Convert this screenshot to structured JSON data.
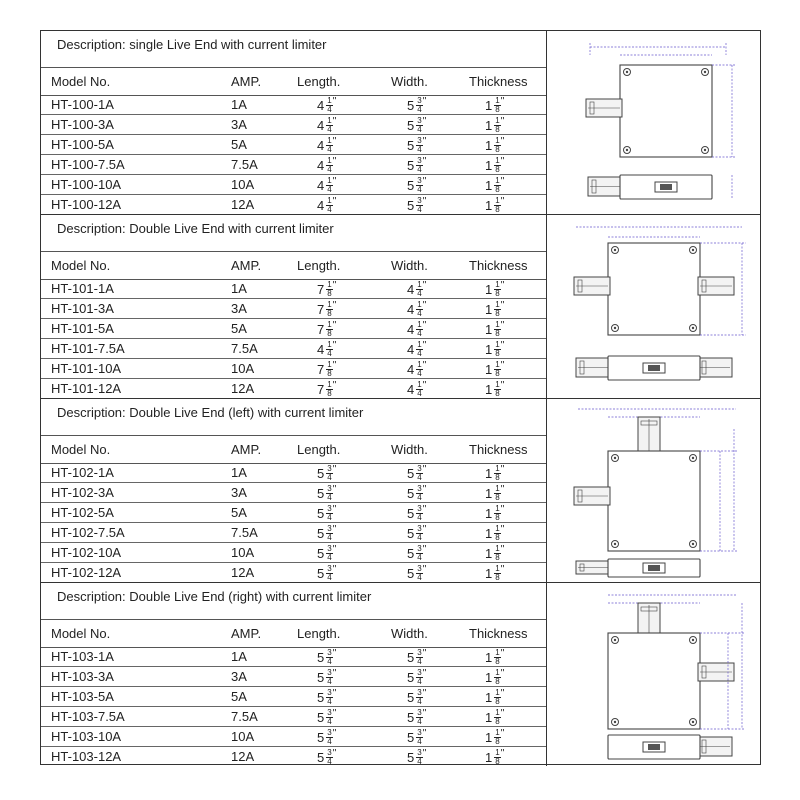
{
  "columns": {
    "model": "Model No.",
    "amp": "AMP.",
    "length": "Length.",
    "width": "Width.",
    "thickness": "Thickness"
  },
  "sections": [
    {
      "description": "Description: single Live End with current limiter",
      "rows": [
        {
          "model": "HT-100-1A",
          "amp": "1A",
          "length": {
            "w": "4",
            "n": "1",
            "d": "4"
          },
          "width": {
            "w": "5",
            "n": "3",
            "d": "4"
          },
          "thickness": {
            "w": "1",
            "n": "1",
            "d": "8"
          }
        },
        {
          "model": "HT-100-3A",
          "amp": "3A",
          "length": {
            "w": "4",
            "n": "1",
            "d": "4"
          },
          "width": {
            "w": "5",
            "n": "3",
            "d": "4"
          },
          "thickness": {
            "w": "1",
            "n": "1",
            "d": "8"
          }
        },
        {
          "model": "HT-100-5A",
          "amp": "5A",
          "length": {
            "w": "4",
            "n": "1",
            "d": "4"
          },
          "width": {
            "w": "5",
            "n": "3",
            "d": "4"
          },
          "thickness": {
            "w": "1",
            "n": "1",
            "d": "8"
          }
        },
        {
          "model": "HT-100-7.5A",
          "amp": "7.5A",
          "length": {
            "w": "4",
            "n": "1",
            "d": "4"
          },
          "width": {
            "w": "5",
            "n": "3",
            "d": "4"
          },
          "thickness": {
            "w": "1",
            "n": "1",
            "d": "8"
          }
        },
        {
          "model": "HT-100-10A",
          "amp": "10A",
          "length": {
            "w": "4",
            "n": "1",
            "d": "4"
          },
          "width": {
            "w": "5",
            "n": "3",
            "d": "4"
          },
          "thickness": {
            "w": "1",
            "n": "1",
            "d": "8"
          }
        },
        {
          "model": "HT-100-12A",
          "amp": "12A",
          "length": {
            "w": "4",
            "n": "1",
            "d": "4"
          },
          "width": {
            "w": "5",
            "n": "3",
            "d": "4"
          },
          "thickness": {
            "w": "1",
            "n": "1",
            "d": "8"
          }
        }
      ]
    },
    {
      "description": "Description: Double Live End with current limiter",
      "rows": [
        {
          "model": "HT-101-1A",
          "amp": "1A",
          "length": {
            "w": "7",
            "n": "1",
            "d": "8"
          },
          "width": {
            "w": "4",
            "n": "1",
            "d": "4"
          },
          "thickness": {
            "w": "1",
            "n": "1",
            "d": "8"
          }
        },
        {
          "model": "HT-101-3A",
          "amp": "3A",
          "length": {
            "w": "7",
            "n": "1",
            "d": "8"
          },
          "width": {
            "w": "4",
            "n": "1",
            "d": "4"
          },
          "thickness": {
            "w": "1",
            "n": "1",
            "d": "8"
          }
        },
        {
          "model": "HT-101-5A",
          "amp": "5A",
          "length": {
            "w": "7",
            "n": "1",
            "d": "8"
          },
          "width": {
            "w": "4",
            "n": "1",
            "d": "4"
          },
          "thickness": {
            "w": "1",
            "n": "1",
            "d": "8"
          }
        },
        {
          "model": "HT-101-7.5A",
          "amp": "7.5A",
          "length": {
            "w": "4",
            "n": "1",
            "d": "4"
          },
          "width": {
            "w": "4",
            "n": "1",
            "d": "4"
          },
          "thickness": {
            "w": "1",
            "n": "1",
            "d": "8"
          }
        },
        {
          "model": "HT-101-10A",
          "amp": "10A",
          "length": {
            "w": "7",
            "n": "1",
            "d": "8"
          },
          "width": {
            "w": "4",
            "n": "1",
            "d": "4"
          },
          "thickness": {
            "w": "1",
            "n": "1",
            "d": "8"
          }
        },
        {
          "model": "HT-101-12A",
          "amp": "12A",
          "length": {
            "w": "7",
            "n": "1",
            "d": "8"
          },
          "width": {
            "w": "4",
            "n": "1",
            "d": "4"
          },
          "thickness": {
            "w": "1",
            "n": "1",
            "d": "8"
          }
        }
      ]
    },
    {
      "description": "Description: Double Live End (left) with current limiter",
      "rows": [
        {
          "model": "HT-102-1A",
          "amp": "1A",
          "length": {
            "w": "5",
            "n": "3",
            "d": "4"
          },
          "width": {
            "w": "5",
            "n": "3",
            "d": "4"
          },
          "thickness": {
            "w": "1",
            "n": "1",
            "d": "8"
          }
        },
        {
          "model": "HT-102-3A",
          "amp": "3A",
          "length": {
            "w": "5",
            "n": "3",
            "d": "4"
          },
          "width": {
            "w": "5",
            "n": "3",
            "d": "4"
          },
          "thickness": {
            "w": "1",
            "n": "1",
            "d": "8"
          }
        },
        {
          "model": "HT-102-5A",
          "amp": "5A",
          "length": {
            "w": "5",
            "n": "3",
            "d": "4"
          },
          "width": {
            "w": "5",
            "n": "3",
            "d": "4"
          },
          "thickness": {
            "w": "1",
            "n": "1",
            "d": "8"
          }
        },
        {
          "model": "HT-102-7.5A",
          "amp": "7.5A",
          "length": {
            "w": "5",
            "n": "3",
            "d": "4"
          },
          "width": {
            "w": "5",
            "n": "3",
            "d": "4"
          },
          "thickness": {
            "w": "1",
            "n": "1",
            "d": "8"
          }
        },
        {
          "model": "HT-102-10A",
          "amp": "10A",
          "length": {
            "w": "5",
            "n": "3",
            "d": "4"
          },
          "width": {
            "w": "5",
            "n": "3",
            "d": "4"
          },
          "thickness": {
            "w": "1",
            "n": "1",
            "d": "8"
          }
        },
        {
          "model": "HT-102-12A",
          "amp": "12A",
          "length": {
            "w": "5",
            "n": "3",
            "d": "4"
          },
          "width": {
            "w": "5",
            "n": "3",
            "d": "4"
          },
          "thickness": {
            "w": "1",
            "n": "1",
            "d": "8"
          }
        }
      ]
    },
    {
      "description": "Description: Double Live End (right) with current limiter",
      "rows": [
        {
          "model": "HT-103-1A",
          "amp": "1A",
          "length": {
            "w": "5",
            "n": "3",
            "d": "4"
          },
          "width": {
            "w": "5",
            "n": "3",
            "d": "4"
          },
          "thickness": {
            "w": "1",
            "n": "1",
            "d": "8"
          }
        },
        {
          "model": "HT-103-3A",
          "amp": "3A",
          "length": {
            "w": "5",
            "n": "3",
            "d": "4"
          },
          "width": {
            "w": "5",
            "n": "3",
            "d": "4"
          },
          "thickness": {
            "w": "1",
            "n": "1",
            "d": "8"
          }
        },
        {
          "model": "HT-103-5A",
          "amp": "5A",
          "length": {
            "w": "5",
            "n": "3",
            "d": "4"
          },
          "width": {
            "w": "5",
            "n": "3",
            "d": "4"
          },
          "thickness": {
            "w": "1",
            "n": "1",
            "d": "8"
          }
        },
        {
          "model": "HT-103-7.5A",
          "amp": "7.5A",
          "length": {
            "w": "5",
            "n": "3",
            "d": "4"
          },
          "width": {
            "w": "5",
            "n": "3",
            "d": "4"
          },
          "thickness": {
            "w": "1",
            "n": "1",
            "d": "8"
          }
        },
        {
          "model": "HT-103-10A",
          "amp": "10A",
          "length": {
            "w": "5",
            "n": "3",
            "d": "4"
          },
          "width": {
            "w": "5",
            "n": "3",
            "d": "4"
          },
          "thickness": {
            "w": "1",
            "n": "1",
            "d": "8"
          }
        },
        {
          "model": "HT-103-12A",
          "amp": "12A",
          "length": {
            "w": "5",
            "n": "3",
            "d": "4"
          },
          "width": {
            "w": "5",
            "n": "3",
            "d": "4"
          },
          "thickness": {
            "w": "1",
            "n": "1",
            "d": "8"
          }
        }
      ]
    }
  ],
  "colors": {
    "dimension_line": "#6a5acd",
    "drawing_line": "#444444",
    "border": "#333333"
  },
  "icons": [
    "junction-box-drawing",
    "track-connector-drawing",
    "screw-icon",
    "switch-icon"
  ]
}
